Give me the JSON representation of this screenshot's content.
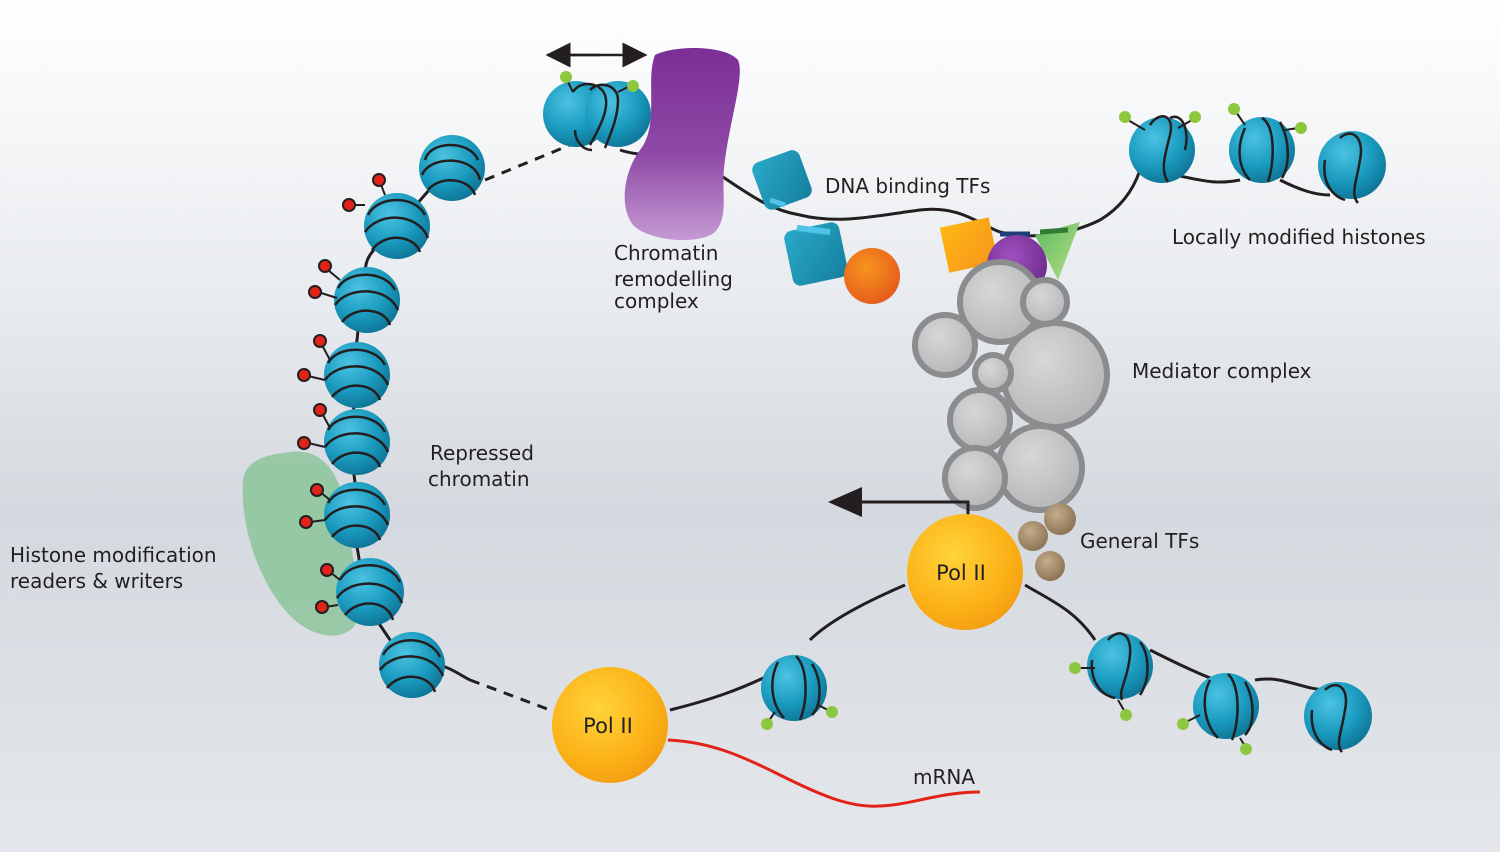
{
  "labels": {
    "dna_binding_tfs": "DNA binding TFs",
    "chromatin_remodelling": [
      "Chromatin",
      "remodelling",
      "complex"
    ],
    "locally_modified": "Locally modified histones",
    "mediator": "Mediator complex",
    "repressed": [
      "Repressed",
      "chromatin"
    ],
    "histone_readers": [
      "Histone modification",
      "readers & writers"
    ],
    "general_tfs": "General TFs",
    "pol_ii_top": "Pol II",
    "pol_ii_bottom": "Pol II",
    "mrna": "mRNA"
  },
  "colors": {
    "nucleosome": "#1a9bbf",
    "dna": "#231f20",
    "active_mark": "#8dc63f",
    "repressive_mark": "#e2231a",
    "remodeller": "#7f3f98",
    "pol_ii": "#fbb016",
    "mediator": "#bcbec0",
    "reader_writer": "#8cc49a",
    "mrna": "#e2231a",
    "general_tf": "#a08b6f"
  }
}
